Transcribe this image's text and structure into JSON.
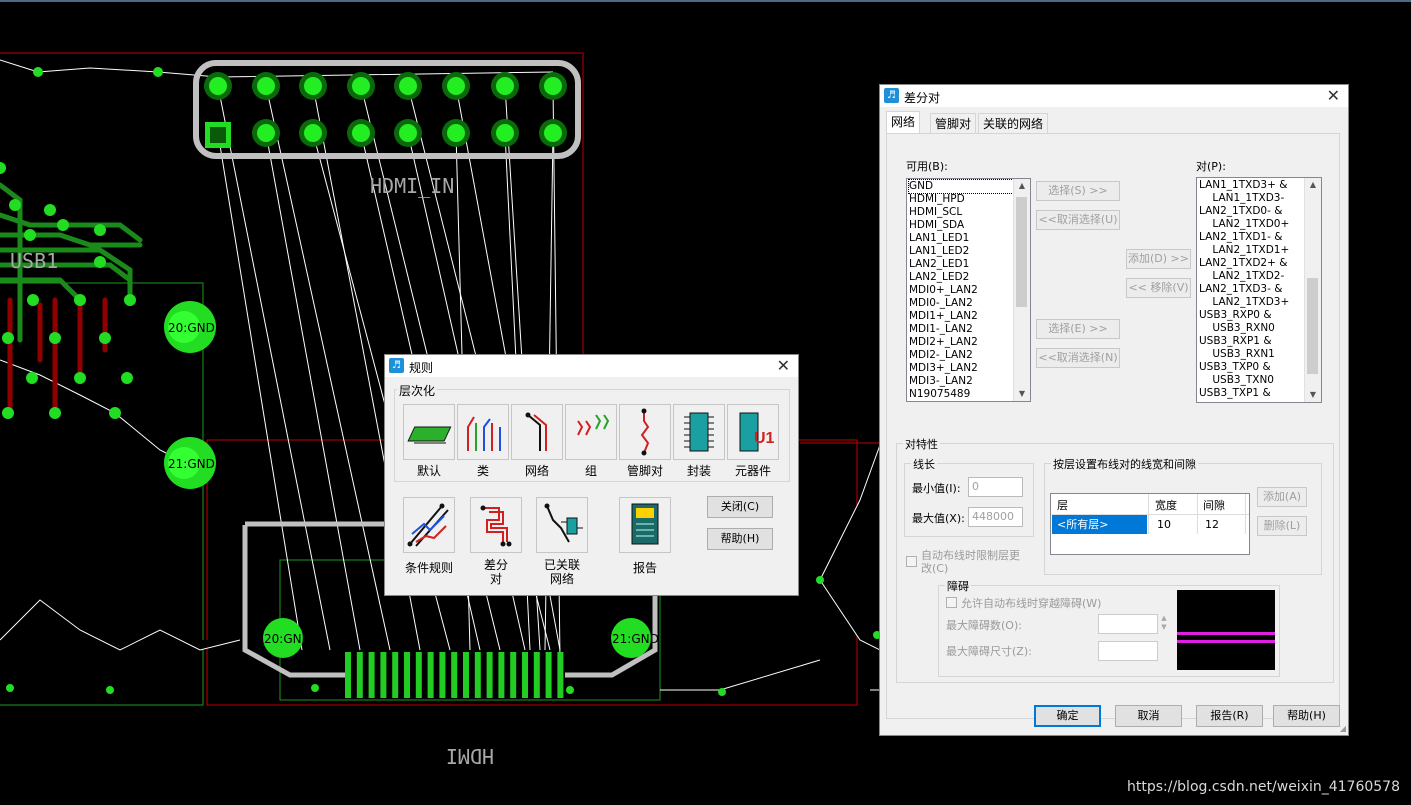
{
  "pcb": {
    "labels": {
      "hdmi_in": "HDMI_IN",
      "usb1": "USB1",
      "hdmi": "HDMI",
      "gnd_20": "20:GND",
      "gnd_21": "21:GND"
    }
  },
  "rules_dialog": {
    "title": "规则",
    "group": "层次化",
    "top_buttons": [
      "默认",
      "类",
      "网络",
      "组",
      "管脚对",
      "封装",
      "元器件"
    ],
    "bottom_buttons": {
      "conditional": "条件规则",
      "diffpair": "差分\n对",
      "associated": "已关联\n网络",
      "report": "报告"
    },
    "close": "关闭(C)",
    "help": "帮助(H)"
  },
  "diffpair_dialog": {
    "title": "差分对",
    "tabs": [
      "网络",
      "管脚对",
      "关联的网络"
    ],
    "available_label": "可用(B):",
    "available": [
      "GND",
      "HDMI_HPD",
      "HDMI_SCL",
      "HDMI_SDA",
      "LAN1_LED1",
      "LAN1_LED2",
      "LAN2_LED1",
      "LAN2_LED2",
      "MDI0+_LAN2",
      "MDI0-_LAN2",
      "MDI1+_LAN2",
      "MDI1-_LAN2",
      "MDI2+_LAN2",
      "MDI2-_LAN2",
      "MDI3+_LAN2",
      "MDI3-_LAN2",
      "N19075489"
    ],
    "pairs_label": "对(P):",
    "pairs": [
      "LAN1_1TXD3+ &",
      "    LAN1_1TXD3-",
      "LAN2_1TXD0- &",
      "    LAN2_1TXD0+",
      "LAN2_1TXD1- &",
      "    LAN2_1TXD1+",
      "LAN2_1TXD2+ &",
      "    LAN2_1TXD2-",
      "LAN2_1TXD3- &",
      "    LAN2_1TXD3+",
      "USB3_RXP0 &",
      "    USB3_RXN0",
      "USB3_RXP1 &",
      "    USB3_RXN1",
      "USB3_TXP0 &",
      "    USB3_TXN0",
      "USB3_TXP1 &"
    ],
    "select1": "选择(S) >>",
    "deselect1": "<<取消选择(U)",
    "add": "添加(D) >>",
    "remove": "<< 移除(V)",
    "select2": "选择(E) >>",
    "deselect2": "<<取消选择(N)",
    "symmetry": "对特性",
    "length": "线长",
    "min_label": "最小值(I):",
    "min_value": "0",
    "max_label": "最大值(X):",
    "max_value": "448000",
    "layer_group": "按层设置布线对的线宽和间隙",
    "table_headers": [
      "层",
      "宽度",
      "间隙"
    ],
    "table_row": [
      "<所有层>",
      "10",
      "12"
    ],
    "add_btn": "添加(A)",
    "delete_btn": "删除(L)",
    "autoroute_line1": "自动布线时限制层更",
    "autoroute_line2": "改(C)",
    "obstacle": "障碍",
    "allow_obstacle": "允许自动布线时穿越障碍(W)",
    "max_obstacles_label": "最大障碍数(O):",
    "max_obstacle_size_label": "最大障碍尺寸(Z):",
    "ok": "确定",
    "cancel": "取消",
    "report": "报告(R)",
    "help": "帮助(H)"
  },
  "watermark": "https://blog.csdn.net/weixin_41760578"
}
